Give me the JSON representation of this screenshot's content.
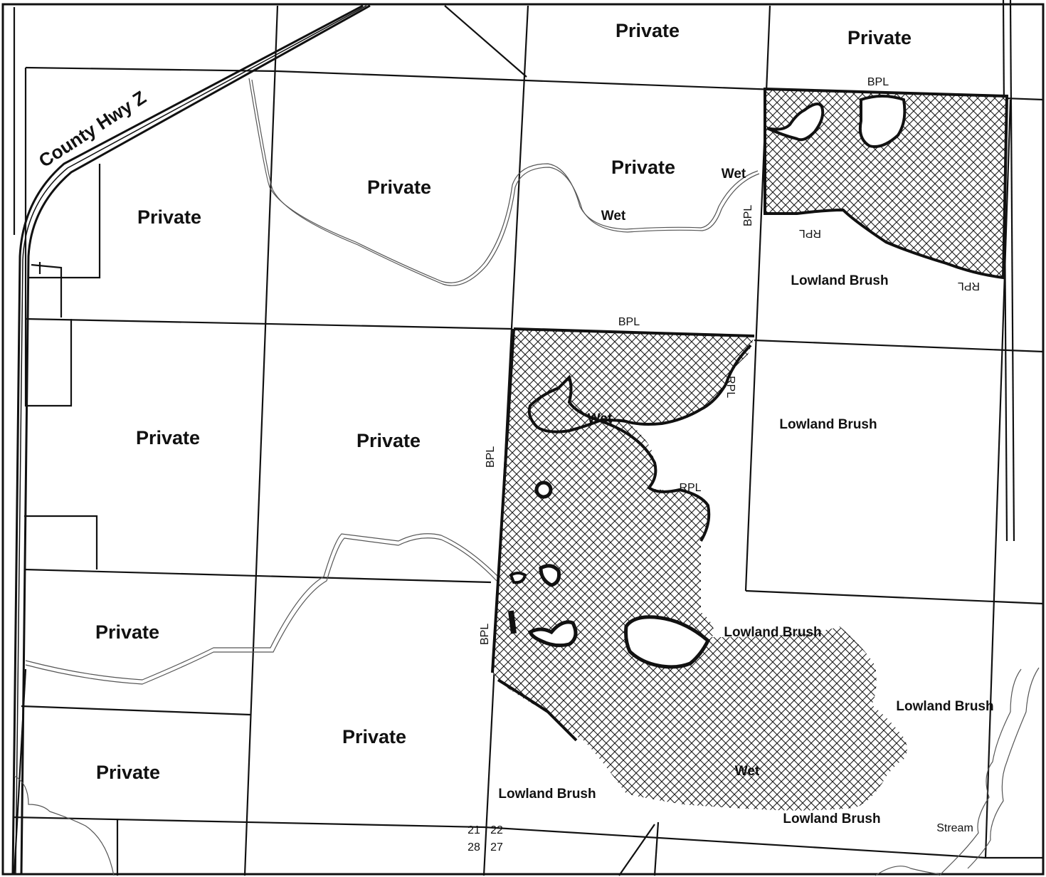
{
  "map": {
    "road_label": "County Hwy Z",
    "ownership": {
      "private": "Private",
      "lowland_brush": "Lowland Brush",
      "wet": "Wet"
    },
    "line_codes": {
      "bpl": "BPL",
      "rpl": "RPL"
    },
    "feature_labels": {
      "stream": "Stream"
    },
    "section_corner": {
      "nw": "21",
      "ne": "22",
      "sw": "28",
      "se": "27"
    }
  }
}
